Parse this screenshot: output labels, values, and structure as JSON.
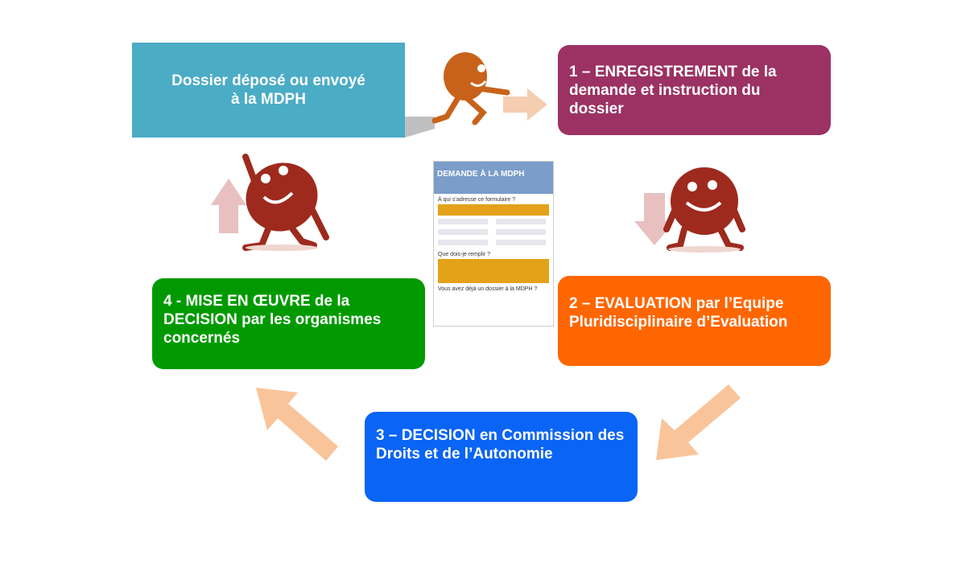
{
  "start": {
    "label_line1": "Dossier déposé ou envoyé",
    "label_line2": "à la MDPH",
    "color": "#4BACC6"
  },
  "steps": [
    {
      "label": "1 – ENREGISTREMENT de la demande et instruction du dossier",
      "color": "#9B3263"
    },
    {
      "label": "2 – EVALUATION par l’Equipe Pluridisciplinaire d’Evaluation",
      "color": "#FF6600"
    },
    {
      "label": "3 – DECISION en Commission des Droits et de l’Autonomie",
      "color": "#0A64F5"
    },
    {
      "label": "4 - MISE EN ŒUVRE de la DECISION par les organismes concernés",
      "color": "#009A00"
    }
  ],
  "form": {
    "title": "DEMANDE À LA MDPH",
    "section1": "À qui s’adresse ce formulaire ?",
    "section2": "Que dois-je remplir ?",
    "section3": "Vous avez déjà un dossier à la MDPH ?"
  },
  "colors": {
    "arrow": "#F9C49A",
    "mascot_orange": "#C8621A",
    "mascot_red": "#9E2A1E"
  }
}
